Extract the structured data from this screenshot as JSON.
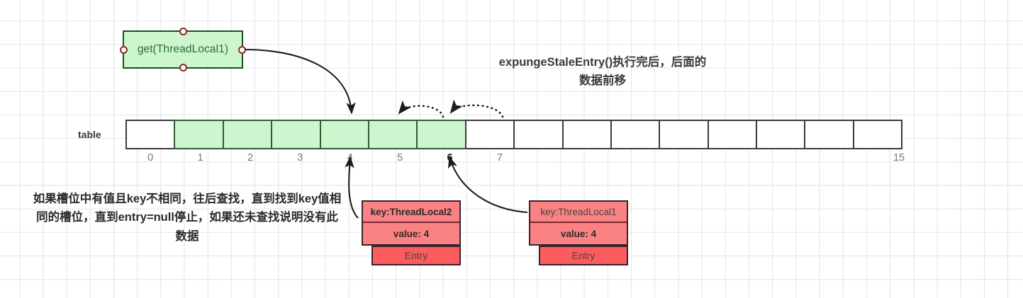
{
  "diagram": {
    "title_note": "expungeStaleEntry()执行完后，后面的数据前移",
    "left_note": "如果槽位中有值且key不相同，往后查找，直到找到key值相同的槽位，直到entry=null停止，如果还未查找说明没有此数据",
    "action_box": {
      "label": "get(ThreadLocal1)",
      "fill_color": "#cdf5ce",
      "border_color": "#1d4f20",
      "handle_color": "#8a2828"
    },
    "table": {
      "label": "table",
      "cell_count": 16,
      "filled_indices": [
        1,
        2,
        3,
        4,
        5,
        6
      ],
      "fill_color": "#cdf5ce",
      "empty_color": "#ffffff",
      "border_color": "#3b3b3b",
      "indices": [
        {
          "label": "0",
          "strong": false
        },
        {
          "label": "1",
          "strong": false
        },
        {
          "label": "2",
          "strong": false
        },
        {
          "label": "3",
          "strong": false
        },
        {
          "label": "4",
          "strong": false
        },
        {
          "label": "5",
          "strong": false
        },
        {
          "label": "6",
          "strong": true
        },
        {
          "label": "7",
          "strong": false
        },
        {
          "label": "",
          "strong": false
        },
        {
          "label": "",
          "strong": false
        },
        {
          "label": "",
          "strong": false
        },
        {
          "label": "",
          "strong": false
        },
        {
          "label": "",
          "strong": false
        },
        {
          "label": "",
          "strong": false
        },
        {
          "label": "",
          "strong": false
        },
        {
          "label": "15",
          "strong": false
        }
      ]
    },
    "entries": [
      {
        "key": "key:ThreadLocal2",
        "value": "value: 4",
        "footer": "Entry",
        "key_faded": false,
        "fill_color": "#fb8283",
        "footer_color": "#fb5d5e"
      },
      {
        "key": "key:ThreadLocal1",
        "value": "value: 4",
        "footer": "Entry",
        "key_faded": true,
        "fill_color": "#fb8283",
        "footer_color": "#fb5d5e"
      }
    ],
    "connectors": [
      {
        "name": "get-to-slot4",
        "style": "solid",
        "from": "action-box-right-handle",
        "to": "table-cell-4"
      },
      {
        "name": "entry2-to-slot4",
        "style": "solid",
        "from": "entry-threadlocal2",
        "to": "table-cell-4"
      },
      {
        "name": "entry1-to-slot6",
        "style": "solid",
        "from": "entry-threadlocal1",
        "to": "table-cell-6"
      },
      {
        "name": "shift-slot6-to-slot5",
        "style": "dotted",
        "from": "table-cell-6",
        "to": "table-cell-5"
      },
      {
        "name": "shift-slot7-to-slot6",
        "style": "dotted",
        "from": "table-cell-7",
        "to": "table-cell-6"
      }
    ]
  }
}
